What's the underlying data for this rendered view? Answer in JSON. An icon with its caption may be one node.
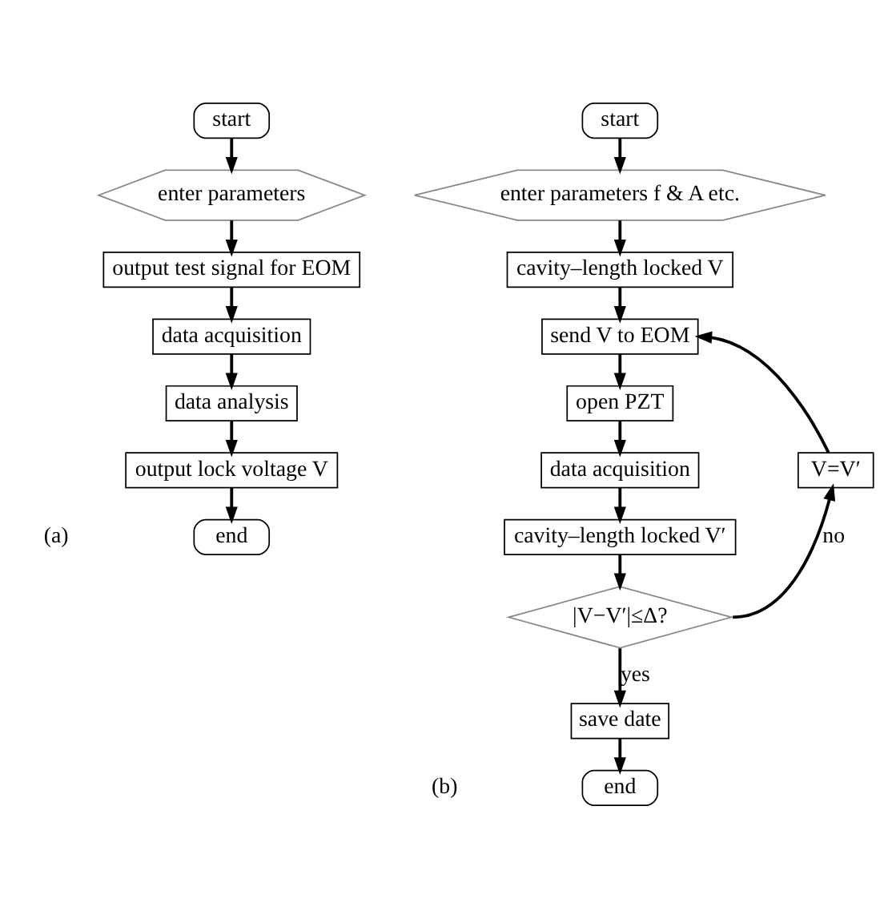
{
  "diagram": {
    "nodes": [
      {
        "text": [
          "start"
        ]
      },
      {
        "text": [
          "enter parameters"
        ]
      },
      {
        "text": [
          "output test signal for EOM"
        ]
      },
      {
        "text": [
          "data acquisition"
        ]
      },
      {
        "text": [
          "data analysis"
        ]
      },
      {
        "text": [
          "output lock voltage V"
        ]
      },
      {
        "text": [
          "end"
        ]
      },
      {
        "text": [
          "start"
        ]
      },
      {
        "text": [
          "enter parameters f & A etc."
        ]
      },
      {
        "text": [
          "cavity–length locked V"
        ]
      },
      {
        "text": [
          "send V to EOM"
        ]
      },
      {
        "text": [
          "open PZT"
        ]
      },
      {
        "text": [
          "data acquisition"
        ]
      },
      {
        "text": [
          "V=V′"
        ]
      },
      {
        "text": [
          "cavity–length locked V′"
        ]
      },
      {
        "text": [
          "|V−V′|≤Δ?"
        ]
      },
      {
        "text": [
          "save date"
        ]
      },
      {
        "text": [
          "end"
        ]
      }
    ],
    "edges": [
      {
        "from": 0,
        "to": 1,
        "arrow": "to"
      },
      {
        "from": 1,
        "to": 2,
        "arrow": "to"
      },
      {
        "from": 2,
        "to": 3,
        "arrow": "to"
      },
      {
        "from": 3,
        "to": 4,
        "arrow": "to"
      },
      {
        "from": 4,
        "to": 5,
        "arrow": "to"
      },
      {
        "from": 5,
        "to": 6,
        "arrow": "to"
      },
      {
        "from": 7,
        "to": 8,
        "arrow": "to"
      },
      {
        "from": 8,
        "to": 9,
        "arrow": "to"
      },
      {
        "from": 9,
        "to": 10,
        "arrow": "to"
      },
      {
        "from": 10,
        "to": 11,
        "arrow": "to"
      },
      {
        "from": 11,
        "to": 12,
        "arrow": "to"
      },
      {
        "from": 12,
        "to": 14,
        "arrow": "to"
      },
      {
        "from": 14,
        "to": 15,
        "arrow": "to"
      },
      {
        "from": 15,
        "to": 13,
        "arrow": "to",
        "label": "no"
      },
      {
        "from": 13,
        "to": 10,
        "arrow": "to"
      },
      {
        "from": 15,
        "to": 16,
        "arrow": "to",
        "label": "yes"
      },
      {
        "from": 16,
        "to": 17,
        "arrow": "to"
      }
    ],
    "labels": [
      "(a)",
      "(b)"
    ]
  }
}
